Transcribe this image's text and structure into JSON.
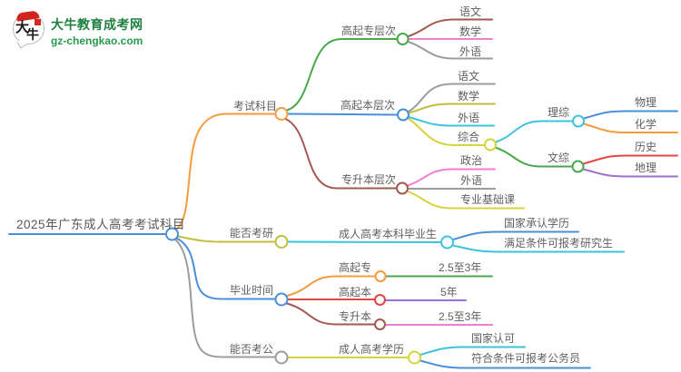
{
  "logo": {
    "icon_char_1": "大",
    "icon_char_2": "牛",
    "site_name": "大牛教育成考网",
    "site_domain": "gz-chengkao.com",
    "brand_green": "#1e8040",
    "seal_red": "#d2251f"
  },
  "palette": {
    "orange": "#F59B40",
    "green": "#48A94B",
    "blue": "#4A8FD9",
    "maroon": "#A05A52",
    "pink": "#F07ED2",
    "gray": "#9C9C9C",
    "olive": "#C2BE3C",
    "yellow": "#D6D33F",
    "cyan": "#3EC3DC",
    "red": "#E14747",
    "purple": "#9C6FD0",
    "text": "#5f5f5f"
  },
  "mindmap": {
    "root": {
      "label": "2025年广东成人高考考试科目"
    },
    "branches": [
      {
        "label": "考试科目",
        "children": [
          {
            "label": "高起专层次",
            "children": [
              {
                "label": "语文"
              },
              {
                "label": "数学"
              },
              {
                "label": "外语"
              }
            ]
          },
          {
            "label": "高起本层次",
            "children": [
              {
                "label": "语文"
              },
              {
                "label": "数学"
              },
              {
                "label": "外语"
              },
              {
                "label": "综合",
                "children": [
                  {
                    "label": "理综",
                    "children": [
                      {
                        "label": "物理"
                      },
                      {
                        "label": "化学"
                      }
                    ]
                  },
                  {
                    "label": "文综",
                    "children": [
                      {
                        "label": "历史"
                      },
                      {
                        "label": "地理"
                      }
                    ]
                  }
                ]
              }
            ]
          },
          {
            "label": "专升本层次",
            "children": [
              {
                "label": "政治"
              },
              {
                "label": "外语"
              },
              {
                "label": "专业基础课"
              }
            ]
          }
        ]
      },
      {
        "label": "能否考研",
        "children": [
          {
            "label": "成人高考本科毕业生",
            "children": [
              {
                "label": "国家承认学历"
              },
              {
                "label": "满足条件可报考研究生"
              }
            ]
          }
        ]
      },
      {
        "label": "毕业时间",
        "children": [
          {
            "label": "高起专",
            "children": [
              {
                "label": "2.5至3年"
              }
            ]
          },
          {
            "label": "高起本",
            "children": [
              {
                "label": "5年"
              }
            ]
          },
          {
            "label": "专升本",
            "children": [
              {
                "label": "2.5至3年"
              }
            ]
          }
        ]
      },
      {
        "label": "能否考公",
        "children": [
          {
            "label": "成人高考学历",
            "children": [
              {
                "label": "国家认可"
              },
              {
                "label": "符合条件可报考公务员"
              }
            ]
          }
        ]
      }
    ]
  }
}
